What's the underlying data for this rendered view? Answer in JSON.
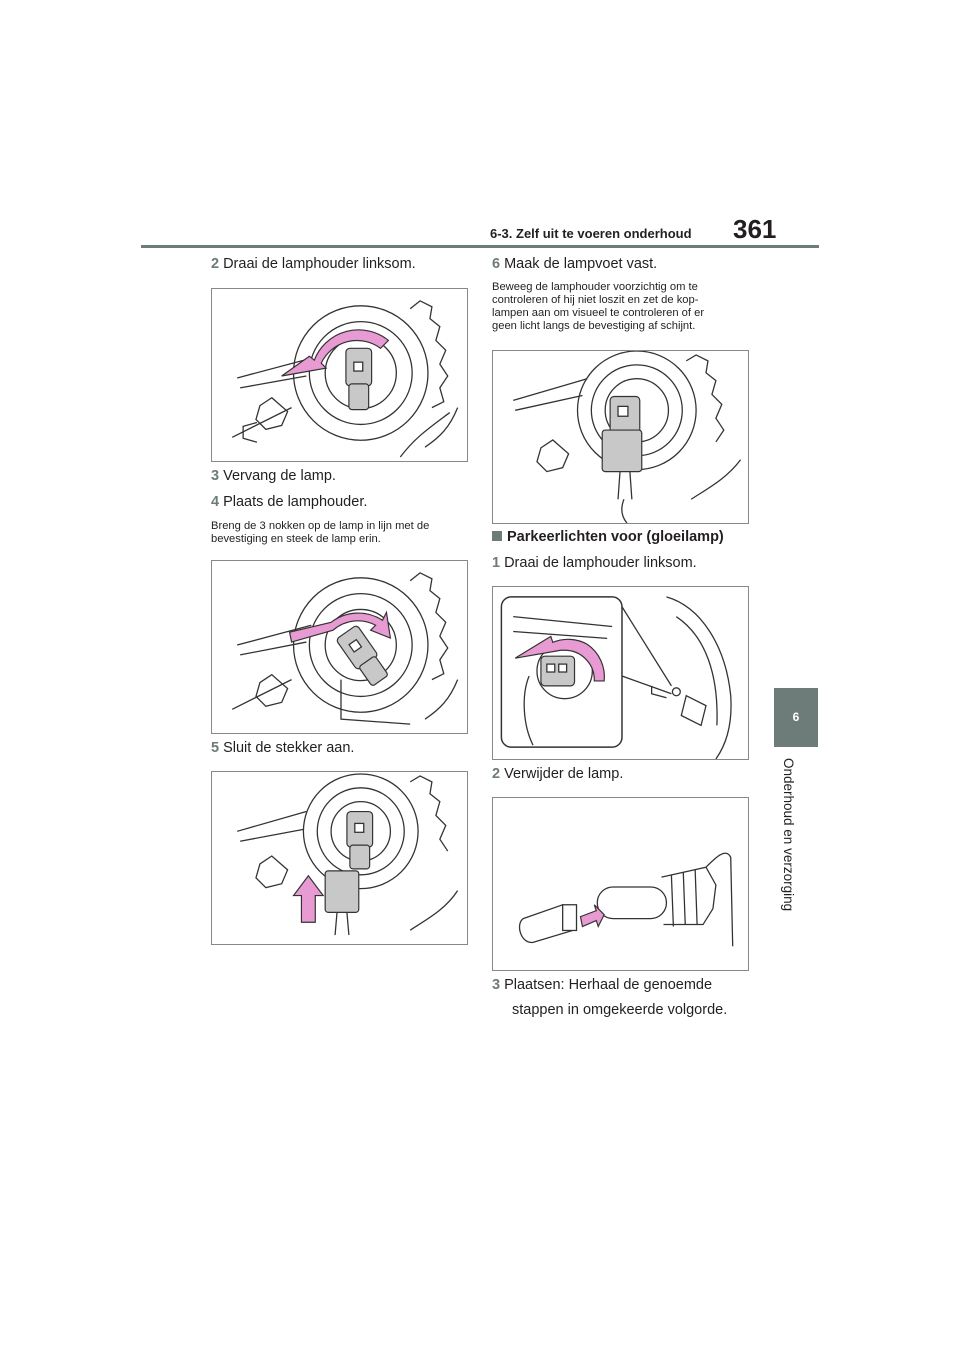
{
  "header": {
    "section_title": "6-3. Zelf uit te voeren onderhoud",
    "page_number": "361"
  },
  "side_tab": {
    "chapter_number": "6",
    "chapter_title": "Onderhoud en verzorging"
  },
  "left_column": {
    "step2": {
      "num": "2",
      "text": "Draai de lamphouder linksom."
    },
    "step3": {
      "num": "3",
      "text": "Vervang de lamp."
    },
    "step4": {
      "num": "4",
      "text": "Plaats de lamphouder."
    },
    "step4_note_line1": "Breng de 3 nokken op de lamp in lijn met de",
    "step4_note_line2": "bevestiging en steek de lamp erin.",
    "step5": {
      "num": "5",
      "text": "Sluit de stekker aan."
    }
  },
  "right_column": {
    "step6": {
      "num": "6",
      "text": "Maak de lampvoet vast."
    },
    "step6_note_line1": "Beweeg de lamphouder voorzichtig om te",
    "step6_note_line2": "controleren of hij niet loszit en zet de kop-",
    "step6_note_line3": "lampen aan om visueel te controleren of er",
    "step6_note_line4": "geen licht langs de bevestiging af schijnt.",
    "subheading": "Parkeerlichten voor (gloeilamp)",
    "p_step1": {
      "num": "1",
      "text": "Draai de lamphouder linksom."
    },
    "p_step2": {
      "num": "2",
      "text": "Verwijder de lamp."
    },
    "p_step3": {
      "num": "3",
      "text": "Plaatsen: Herhaal de genoemde"
    },
    "p_step3_line2": "stappen in omgekeerde volgorde."
  },
  "colors": {
    "accent_gray": "#6d7b79",
    "arrow_pink": "#e89ad2"
  }
}
